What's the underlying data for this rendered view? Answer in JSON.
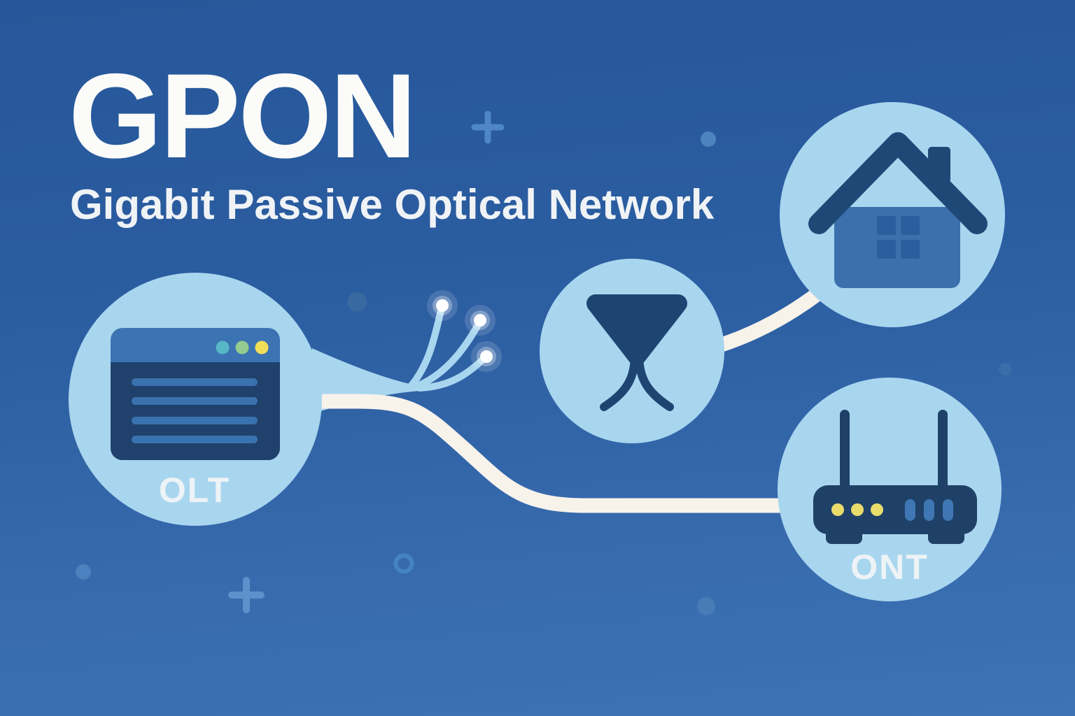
{
  "title": "GPON",
  "subtitle": "Gigabit Passive Optical Network",
  "labels": {
    "olt": "OLT",
    "ont": "ONT"
  },
  "diagram": {
    "type": "network-topology-illustration",
    "nodes": [
      {
        "id": "olt",
        "label": "OLT",
        "icon": "server-icon",
        "description": "Optical Line Terminal device in light-blue circle, server chassis with status LEDs and line-card slats"
      },
      {
        "id": "splitter",
        "label": "",
        "icon": "optical-splitter-icon",
        "description": "Passive optical splitter funnel in light-blue circle"
      },
      {
        "id": "house",
        "label": "",
        "icon": "house-icon",
        "description": "Subscriber home in light-blue circle"
      },
      {
        "id": "ont",
        "label": "ONT",
        "icon": "router-icon",
        "description": "Optical Network Terminal router with two antennas, LEDs and ports in light-blue circle"
      }
    ],
    "links": [
      {
        "from": "olt",
        "to": "ont",
        "style": "white fiber cable, S-curve"
      },
      {
        "from": "splitter",
        "to": "house",
        "style": "white fiber cable, short arc"
      },
      {
        "from": "olt",
        "to": "open-air",
        "style": "light-blue fiber splay with three glowing white tips"
      }
    ]
  },
  "decorations": [
    "plus-sign near title",
    "plus-sign bottom-left",
    "small dots scattered",
    "ring bottom-center"
  ],
  "palette": {
    "background_top": "#26579A",
    "background_bottom": "#3C74B6",
    "circle_light_blue": "#A9D6EF",
    "icon_navy": "#1E4572",
    "server_body_navy": "#20416B",
    "server_header_blue": "#3C73B2",
    "server_slat_blue": "#3A72B0",
    "house_body_blue": "#3B70AD",
    "house_window_blue": "#2A5E9D",
    "roof_navy": "#1E4977",
    "router_body_navy": "#1F4168",
    "router_port_blue": "#3E77B4",
    "led_teal": "#57B7C6",
    "led_green": "#93CB90",
    "led_yellow": "#F2DF59",
    "cable_white": "#F7F3EB",
    "glow_tip_white": "#FFFFFF",
    "decoration_blue": "#4E86C6",
    "text_white": "#FBFBF9"
  }
}
